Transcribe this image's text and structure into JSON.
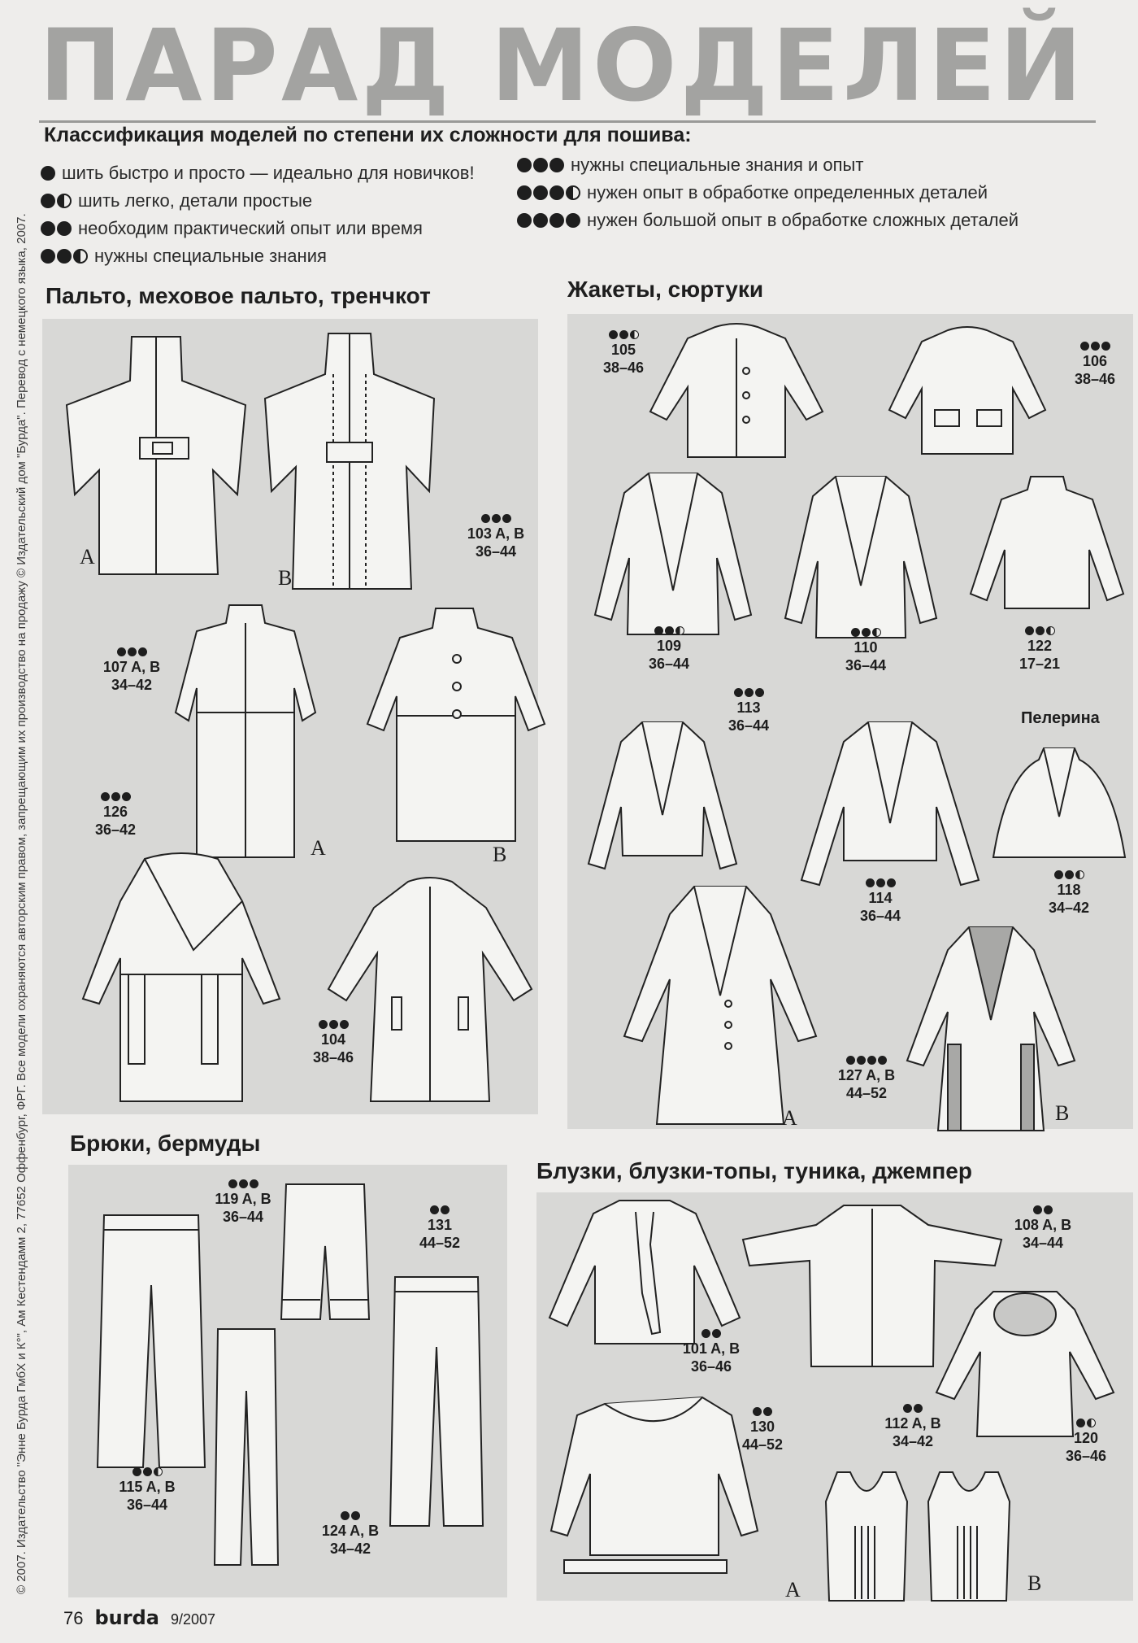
{
  "title": "ПАРАД МОДЕЛЕЙ",
  "side_notes": {
    "line1": "© 2007. Издательство \"Энне Бурда ГмбХ и К°\", Ам Кестендамм 2, 77652 Оффенбург, ФРГ. Все модели охраняются авторским правом, запрещающим их производство на продажу © Издательский дом \"Бурда\". Перевод с немецкого языка, 2007."
  },
  "classification": {
    "heading": "Классификация моделей по степени их сложности для пошива:",
    "levels": [
      {
        "dots": [
          "full"
        ],
        "text": "шить быстро и просто — идеально для новичков!"
      },
      {
        "dots": [
          "full",
          "half"
        ],
        "text": "шить легко, детали простые"
      },
      {
        "dots": [
          "full",
          "full"
        ],
        "text": "необходим практический опыт или время"
      },
      {
        "dots": [
          "full",
          "full",
          "half"
        ],
        "text": "нужны специальные знания"
      },
      {
        "dots": [
          "full",
          "full",
          "full"
        ],
        "text": "нужны специальные знания и опыт"
      },
      {
        "dots": [
          "full",
          "full",
          "full",
          "half"
        ],
        "text": "нужен опыт в обработке определенных деталей"
      },
      {
        "dots": [
          "full",
          "full",
          "full",
          "full"
        ],
        "text": "нужен большой опыт в обработке сложных деталей"
      }
    ]
  },
  "sections": {
    "coats": "Пальто, меховое пальто, тренчкот",
    "jackets": "Жакеты, сюртуки",
    "trousers": "Брюки, бермуды",
    "blouses": "Блузки, блузки-топы, туника, джемпер"
  },
  "items": {
    "i103": {
      "number": "103 A, B",
      "sizes": "36–44"
    },
    "i107": {
      "number": "107 A, B",
      "sizes": "34–42"
    },
    "i126": {
      "number": "126",
      "sizes": "36–42"
    },
    "i104": {
      "number": "104",
      "sizes": "38–46"
    },
    "i105": {
      "number": "105",
      "sizes": "38–46"
    },
    "i106": {
      "number": "106",
      "sizes": "38–46"
    },
    "i109": {
      "number": "109",
      "sizes": "36–44"
    },
    "i110": {
      "number": "110",
      "sizes": "36–44"
    },
    "i122": {
      "number": "122",
      "sizes": "17–21"
    },
    "i113": {
      "number": "113",
      "sizes": "36–44"
    },
    "i114": {
      "number": "114",
      "sizes": "36–44"
    },
    "i118": {
      "number": "118",
      "sizes": "34–42"
    },
    "i127": {
      "number": "127 A, B",
      "sizes": "44–52"
    },
    "i119": {
      "number": "119 A, B",
      "sizes": "36–44"
    },
    "i131": {
      "number": "131",
      "sizes": "44–52"
    },
    "i115": {
      "number": "115 A, B",
      "sizes": "36–44"
    },
    "i124": {
      "number": "124 A, B",
      "sizes": "34–42"
    },
    "i108": {
      "number": "108 A, B",
      "sizes": "34–44"
    },
    "i101": {
      "number": "101 A, B",
      "sizes": "36–46"
    },
    "i130": {
      "number": "130",
      "sizes": "44–52"
    },
    "i112": {
      "number": "112 A, B",
      "sizes": "34–42"
    },
    "i120": {
      "number": "120",
      "sizes": "36–46"
    }
  },
  "pelerina_label": "Пелерина",
  "variants": {
    "a": "A",
    "b": "B"
  },
  "footer": {
    "page": "76",
    "brand": "burda",
    "issue": "9/2007"
  }
}
